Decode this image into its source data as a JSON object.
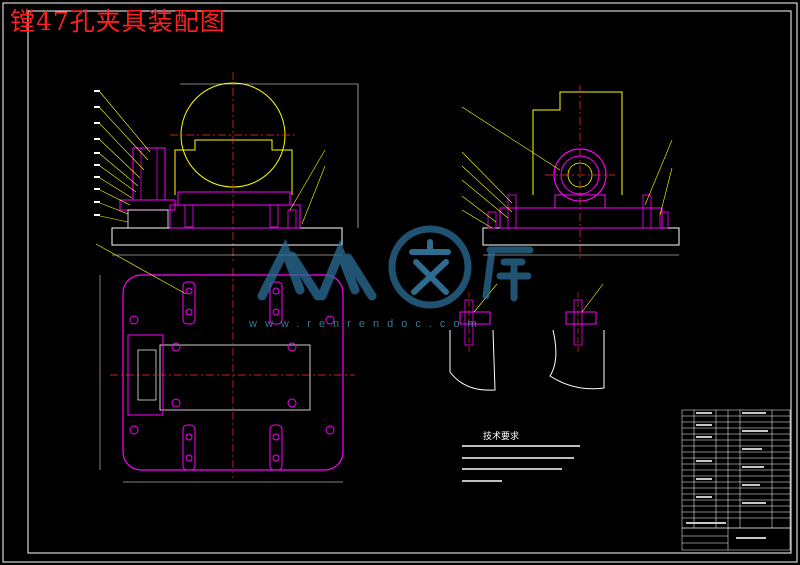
{
  "drawing_title": "镗47孔夹具装配图",
  "technical_requirements_title": "技术要求",
  "watermark": {
    "site_domain": "www.renrendoc.com",
    "logo_text": "人人文库"
  },
  "colors": {
    "background": "#000000",
    "title_red": "#ff2020",
    "frame_white": "#ffffff",
    "magenta": "#ff00ff",
    "yellow": "#ffff00",
    "centerline_red": "#ff3030",
    "watermark_blue": "#2a6f97"
  },
  "icons": [
    "watermark-logo-icon"
  ]
}
